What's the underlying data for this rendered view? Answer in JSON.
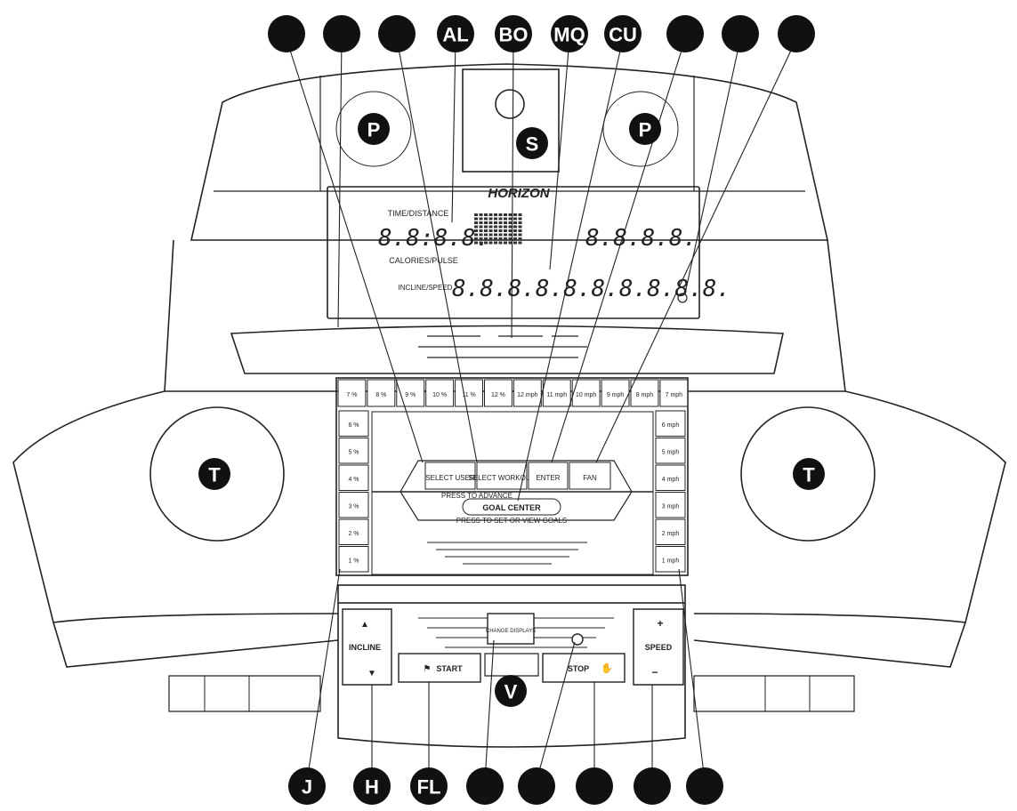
{
  "brand": "HORIZON",
  "display": {
    "top_left_label": "TIME/DISTANCE",
    "left_digits": "8.8:8.8.",
    "right_digits": "8.8.8.8.",
    "bottom_left_label": "CALORIES/PULSE",
    "incline_speed_label": "INCLINE/SPEED",
    "dot_matrix_digits": "8.8.8.8.8.8.8.8.8.8."
  },
  "keypad": {
    "top_row": [
      "7 %",
      "8 %",
      "9 %",
      "10 %",
      "11 %",
      "12 %",
      "12 mph",
      "11 mph",
      "10 mph",
      "9 mph",
      "8 mph",
      "7 mph"
    ],
    "left_column": [
      "6 %",
      "5 %",
      "4 %",
      "3 %",
      "2 %",
      "1 %"
    ],
    "right_column": [
      "6 mph",
      "5 mph",
      "4 mph",
      "3 mph",
      "2 mph",
      "1 mph"
    ],
    "select_user": "SELECT USER",
    "select_workout": "SELECT WORKOUT",
    "hint_below_selects": "PRESS TO ADVANCE",
    "enter": "ENTER",
    "fan": "FAN",
    "goal_center": "GOAL CENTER",
    "goal_center_hint": "PRESS TO SET OR VIEW GOALS"
  },
  "controls": {
    "incline_label": "INCLINE",
    "speed_label": "SPEED",
    "start": "START",
    "stop": "STOP",
    "change_displays": "CHANGE DISPLAYS",
    "plus": "+",
    "minus": "−"
  },
  "callouts_top": [
    {
      "id": "callout-top-1",
      "text": ""
    },
    {
      "id": "callout-top-2",
      "text": ""
    },
    {
      "id": "callout-top-3",
      "text": ""
    },
    {
      "id": "callout-top-4",
      "text": "AL"
    },
    {
      "id": "callout-top-5",
      "text": "BO"
    },
    {
      "id": "callout-top-6",
      "text": "MQ"
    },
    {
      "id": "callout-top-7",
      "text": "CU"
    },
    {
      "id": "callout-top-8",
      "text": ""
    },
    {
      "id": "callout-top-9",
      "text": ""
    },
    {
      "id": "callout-top-10",
      "text": ""
    }
  ],
  "callouts_bottom": [
    {
      "id": "callout-bottom-1",
      "text": "J"
    },
    {
      "id": "callout-bottom-2",
      "text": "H"
    },
    {
      "id": "callout-bottom-3",
      "text": "FL"
    },
    {
      "id": "callout-bottom-4",
      "text": ""
    },
    {
      "id": "callout-bottom-5",
      "text": ""
    },
    {
      "id": "callout-bottom-6",
      "text": ""
    },
    {
      "id": "callout-bottom-7",
      "text": ""
    },
    {
      "id": "callout-bottom-8",
      "text": ""
    }
  ],
  "callouts_inline": {
    "p_left": "P",
    "p_right": "P",
    "s": "S",
    "t_left": "T",
    "t_right": "T",
    "v": "V"
  },
  "colors": {
    "ink": "#111111",
    "paper": "#ffffff"
  }
}
